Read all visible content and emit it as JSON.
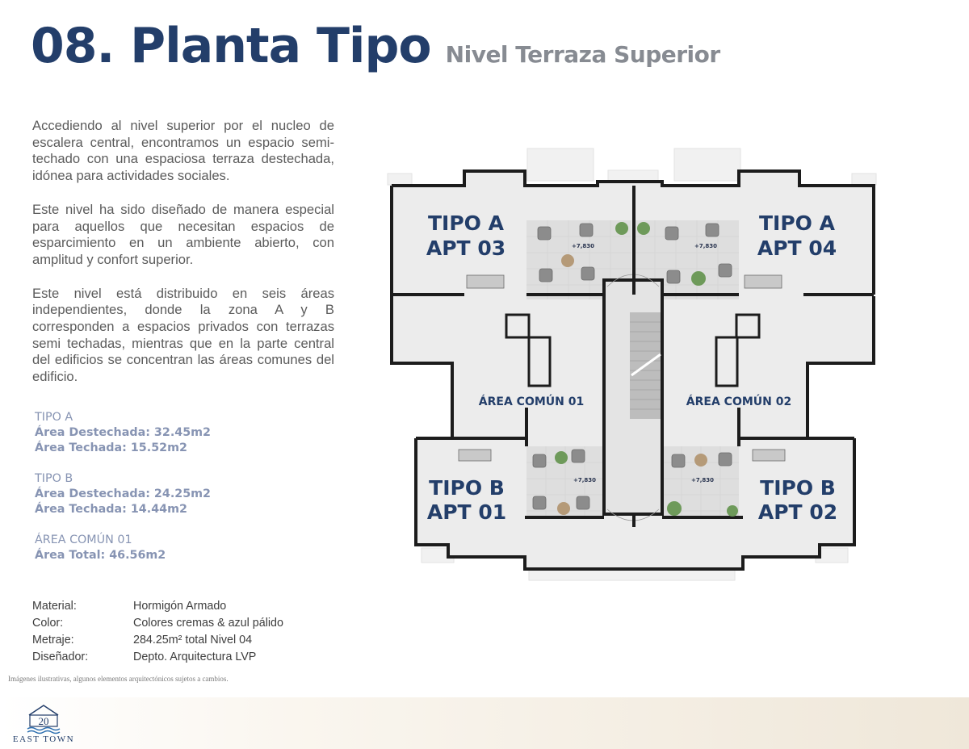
{
  "header": {
    "title": "08. Planta Tipo",
    "subtitle": "Nivel Terraza Superior"
  },
  "intro": {
    "paragraphs": [
      "Accediendo al nivel superior por el nucleo de escalera central, encontramos un espacio semi-techado con una espaciosa terraza destechada, idónea para actividades sociales.",
      "Este nivel ha sido diseñado de manera especial para aquellos que necesitan espacios de esparcimiento en un ambiente abierto, con amplitud y confort superior.",
      "Este nivel está distribuido en seis áreas independientes, donde la zona A y B corresponden a espacios privados con terrazas semi techadas, mientras que en la parte central del edificios se concentran las áreas comunes del edificio."
    ]
  },
  "areas": [
    {
      "heading": "TIPO A",
      "lines": [
        "Área Destechada: 32.45m2",
        "Área Techada: 15.52m2"
      ]
    },
    {
      "heading": "TIPO B",
      "lines": [
        "Área Destechada: 24.25m2",
        "Área Techada: 14.44m2"
      ]
    },
    {
      "heading": "ÁREA COMÚN 01",
      "lines": [
        "Área Total: 46.56m2"
      ]
    }
  ],
  "specs": [
    {
      "key": "Material:",
      "value": "Hormigón Armado"
    },
    {
      "key": "Color:",
      "value": "Colores cremas & azul pálido"
    },
    {
      "key": "Metraje:",
      "value": "284.25m² total Nivel 04"
    },
    {
      "key": "Diseñador:",
      "value": "Depto. Arquitectura LVP"
    }
  ],
  "disclaimer": "Imágenes ilustrativas, algunos elementos arquitectónicos sujetos a cambios.",
  "logo": {
    "number": "20",
    "name": "EAST TOWN"
  },
  "plan": {
    "units": {
      "apt03": [
        "TIPO A",
        "APT 03"
      ],
      "apt04": [
        "TIPO A",
        "APT 04"
      ],
      "apt01": [
        "TIPO B",
        "APT 01"
      ],
      "apt02": [
        "TIPO B",
        "APT 02"
      ]
    },
    "common": {
      "c01": "ÁREA COMÚN 01",
      "c02": "ÁREA COMÚN 02"
    },
    "level_mark": "+7,830",
    "colors": {
      "wall": "#1c1c1c",
      "floor": "#eeeeee",
      "terrace": "#e6e6e6",
      "label": "#233e6a"
    }
  }
}
